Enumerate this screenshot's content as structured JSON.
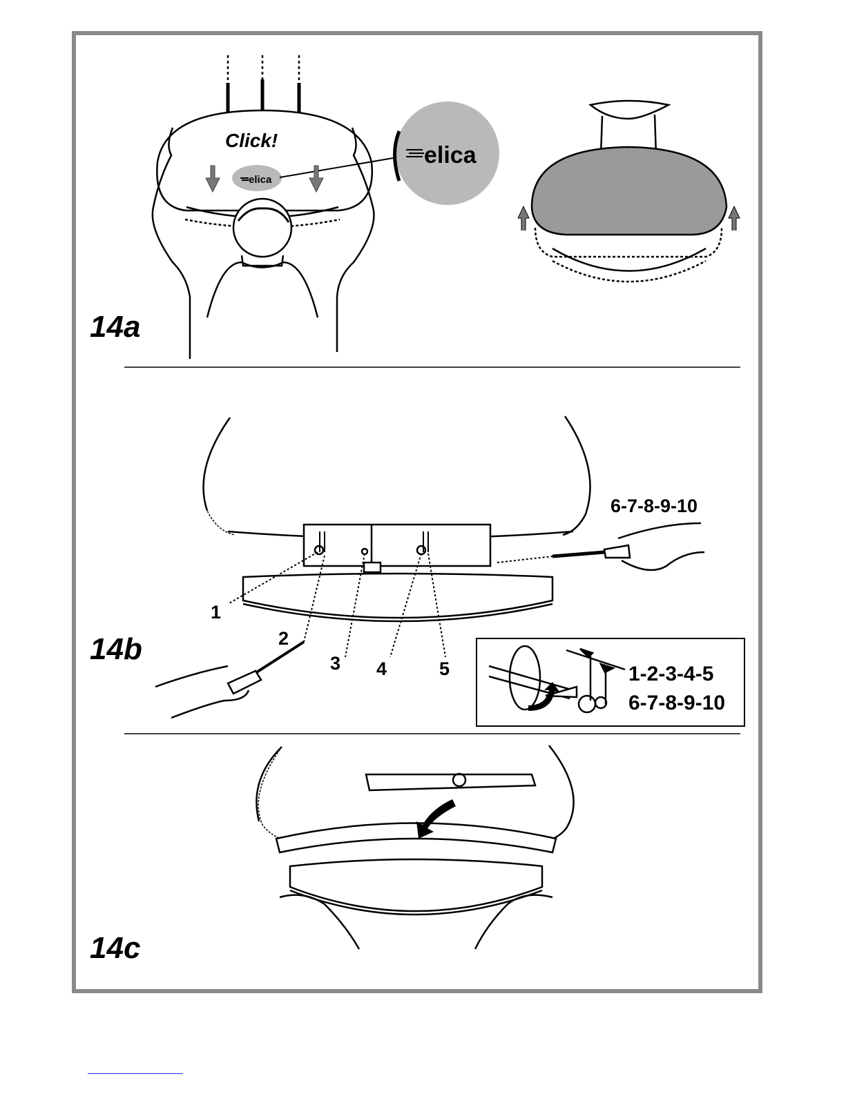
{
  "figures": {
    "f14a": {
      "label": "14a",
      "click_text": "Click!",
      "brand_small": "elica",
      "brand_large": "elica"
    },
    "f14b": {
      "label": "14b",
      "screws_right": "6-7-8-9-10",
      "callouts": [
        "1",
        "2",
        "3",
        "4",
        "5"
      ],
      "inset": {
        "line1": "1-2-3-4-5",
        "line2": "6-7-8-9-10"
      }
    },
    "f14c": {
      "label": "14c"
    }
  },
  "colors": {
    "frame": "#8a8a8a",
    "hood_fill": "#9a9a9a",
    "badge_fill": "#b9b9b9",
    "ink": "#000000"
  }
}
